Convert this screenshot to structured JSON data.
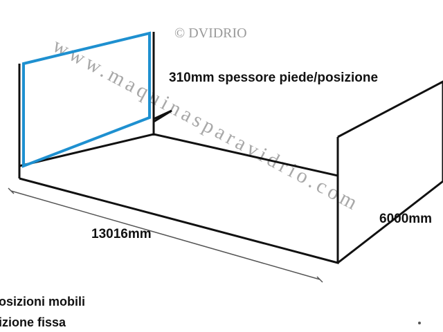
{
  "diagram": {
    "copyright": "© DVIDRIO",
    "watermark": "www.maquinasparavidrio.com",
    "labels": {
      "foot": "310mm spessore piede/posizione",
      "length": "13016mm",
      "height": "6000mm",
      "legend_line1": "osizioni mobili",
      "legend_line2": "izione fissa"
    },
    "colors": {
      "line": "#111111",
      "glass": "#1e90d0",
      "dimension": "#555555",
      "watermark": "#9a9a9a"
    }
  }
}
